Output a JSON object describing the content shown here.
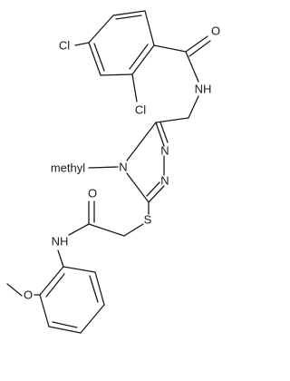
{
  "molecule": {
    "atom_labels": {
      "cl_top": "Cl",
      "cl_ortho": "Cl",
      "o_carbonyl_top": "O",
      "nh_amide_top": "NH",
      "n_triazole_a": "N",
      "n_triazole_b": "N",
      "n_methyl": "N",
      "methyl": "methyl",
      "s_thioether": "S",
      "o_carbonyl_bottom": "O",
      "nh_amide_bottom": "NH",
      "o_methoxy": "O"
    }
  }
}
